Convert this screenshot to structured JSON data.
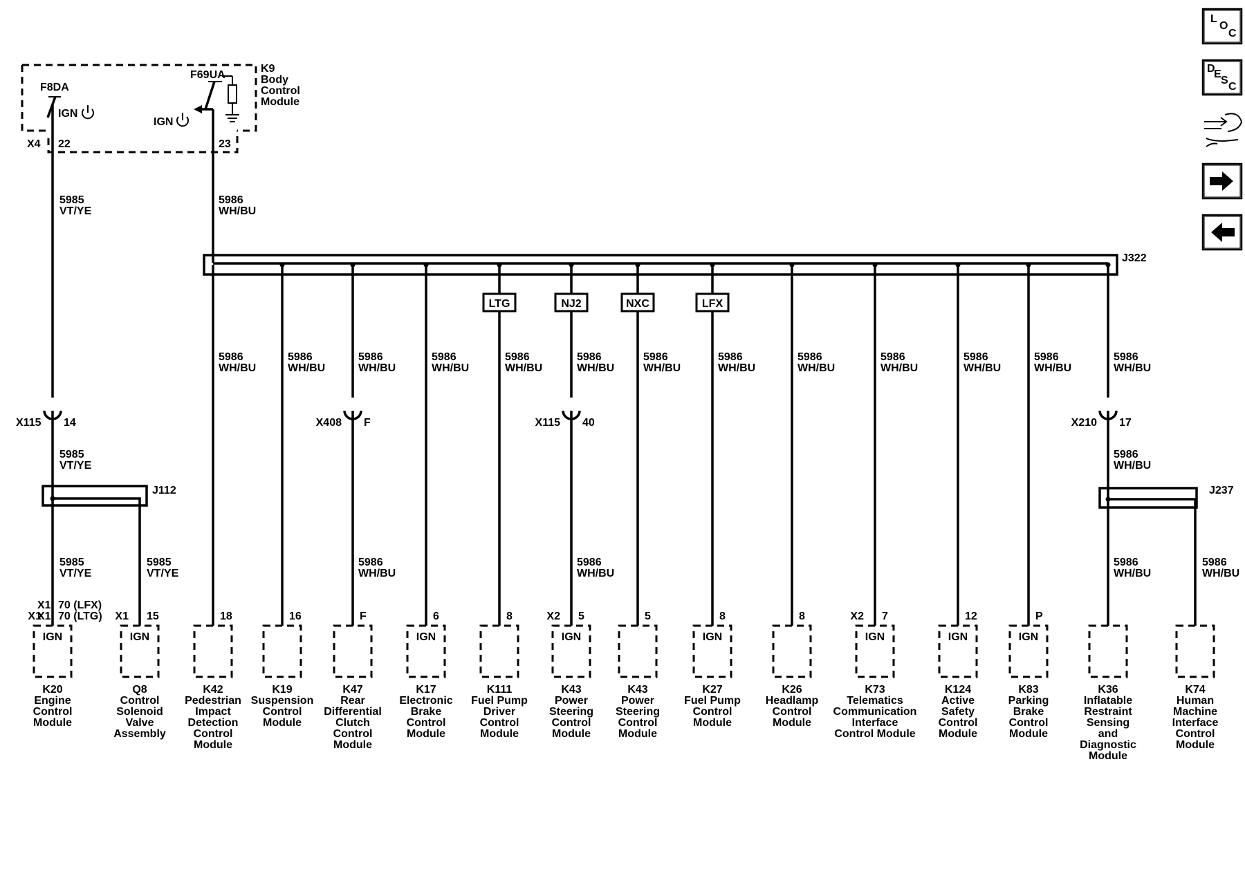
{
  "bcm": {
    "label_lines": [
      "K9",
      "Body",
      "Control",
      "Module"
    ],
    "fuse1": "F8DA",
    "fuse2": "F69UA",
    "ign": "IGN",
    "connector": "X4",
    "pin1": "22",
    "pin2": "23"
  },
  "wires": {
    "circuit_5985": "5985",
    "color_5985": "VT/YE",
    "circuit_5986": "5986",
    "color_5986": "WH/BU"
  },
  "splices": {
    "j322": "J322",
    "j112": "J112",
    "j237": "J237"
  },
  "options": [
    "LTG",
    "NJ2",
    "NXC",
    "LFX"
  ],
  "inline_connectors": [
    {
      "name": "X115",
      "pin": "14"
    },
    {
      "name": "X408",
      "pin": "F"
    },
    {
      "name": "X115",
      "pin": "40"
    },
    {
      "name": "X210",
      "pin": "17"
    }
  ],
  "k20_pins": [
    "70 (LFX)",
    "70 (LTG)"
  ],
  "modules": [
    {
      "conn": "X1",
      "pin": "",
      "ign": "IGN",
      "lines": [
        "K20",
        "Engine",
        "Control",
        "Module"
      ]
    },
    {
      "conn": "X1",
      "pin": "15",
      "ign": "IGN",
      "lines": [
        "Q8",
        "Control",
        "Solenoid",
        "Valve",
        "Assembly"
      ]
    },
    {
      "conn": "",
      "pin": "18",
      "ign": "",
      "lines": [
        "K42",
        "Pedestrian",
        "Impact",
        "Detection",
        "Control",
        "Module"
      ]
    },
    {
      "conn": "",
      "pin": "16",
      "ign": "",
      "lines": [
        "K19",
        "Suspension",
        "Control",
        "Module"
      ]
    },
    {
      "conn": "",
      "pin": "F",
      "ign": "",
      "lines": [
        "K47",
        "Rear",
        "Differential",
        "Clutch",
        "Control",
        "Module"
      ]
    },
    {
      "conn": "",
      "pin": "6",
      "ign": "IGN",
      "lines": [
        "K17",
        "Electronic",
        "Brake",
        "Control",
        "Module"
      ]
    },
    {
      "conn": "",
      "pin": "8",
      "ign": "",
      "lines": [
        "K111",
        "Fuel Pump",
        "Driver",
        "Control",
        "Module"
      ]
    },
    {
      "conn": "X2",
      "pin": "5",
      "ign": "IGN",
      "lines": [
        "K43",
        "Power",
        "Steering",
        "Control",
        "Module"
      ]
    },
    {
      "conn": "",
      "pin": "5",
      "ign": "",
      "lines": [
        "K43",
        "Power",
        "Steering",
        "Control",
        "Module"
      ]
    },
    {
      "conn": "",
      "pin": "8",
      "ign": "IGN",
      "lines": [
        "K27",
        "Fuel Pump",
        "Control",
        "Module"
      ]
    },
    {
      "conn": "",
      "pin": "8",
      "ign": "",
      "lines": [
        "K26",
        "Headlamp",
        "Control",
        "Module"
      ]
    },
    {
      "conn": "X2",
      "pin": "7",
      "ign": "IGN",
      "lines": [
        "K73",
        "Telematics",
        "Communication",
        "Interface",
        "Control Module"
      ]
    },
    {
      "conn": "",
      "pin": "12",
      "ign": "IGN",
      "lines": [
        "K124",
        "Active",
        "Safety",
        "Control",
        "Module"
      ]
    },
    {
      "conn": "",
      "pin": "P",
      "ign": "IGN",
      "lines": [
        "K83",
        "Parking",
        "Brake",
        "Control",
        "Module"
      ]
    },
    {
      "conn": "",
      "pin": "",
      "ign": "",
      "lines": [
        "K36",
        "Inflatable",
        "Restraint",
        "Sensing",
        "and",
        "Diagnostic",
        "Module"
      ]
    },
    {
      "conn": "",
      "pin": "",
      "ign": "",
      "lines": [
        "K74",
        "Human",
        "Machine",
        "Interface",
        "Control",
        "Module"
      ]
    }
  ],
  "nav": {
    "loc": [
      "L",
      "O",
      "C"
    ],
    "desc": [
      "D",
      "E",
      "S",
      "C"
    ]
  }
}
